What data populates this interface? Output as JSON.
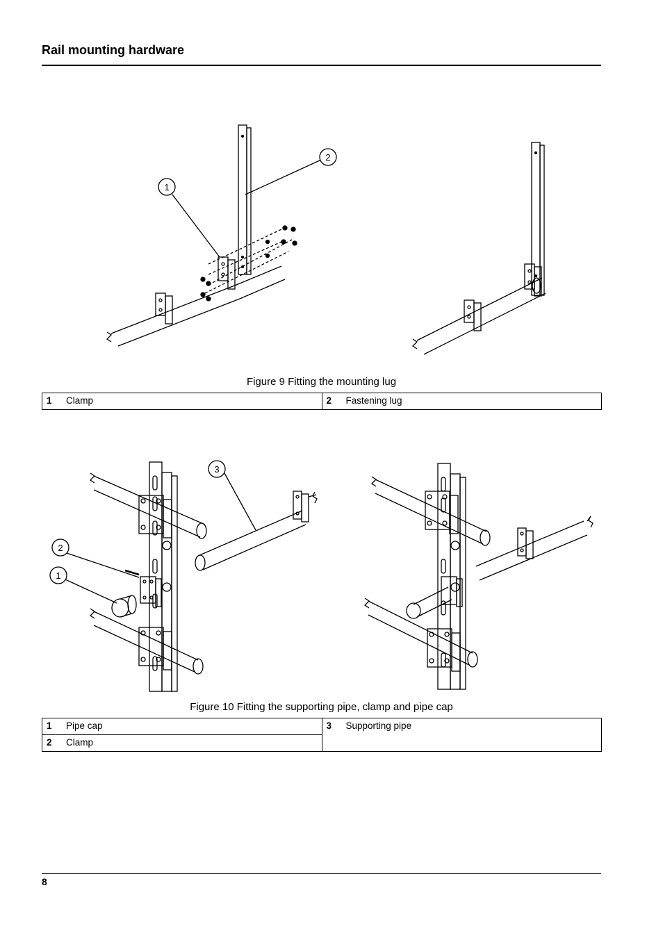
{
  "header": {
    "title": "Rail mounting hardware"
  },
  "figure9": {
    "caption": "Figure 9 Fitting the mounting lug",
    "callouts": [
      "1",
      "2"
    ],
    "legend": [
      {
        "num": "1",
        "label": "Clamp"
      },
      {
        "num": "2",
        "label": "Fastening lug"
      }
    ]
  },
  "figure10": {
    "caption": "Figure 10 Fitting the supporting pipe, clamp and pipe cap",
    "callouts": [
      "1",
      "2",
      "3"
    ],
    "legend": [
      {
        "num": "1",
        "label": "Pipe cap"
      },
      {
        "num": "2",
        "label": "Clamp"
      },
      {
        "num": "3",
        "label": "Supporting pipe"
      }
    ]
  },
  "footer": {
    "page_number": "8"
  }
}
